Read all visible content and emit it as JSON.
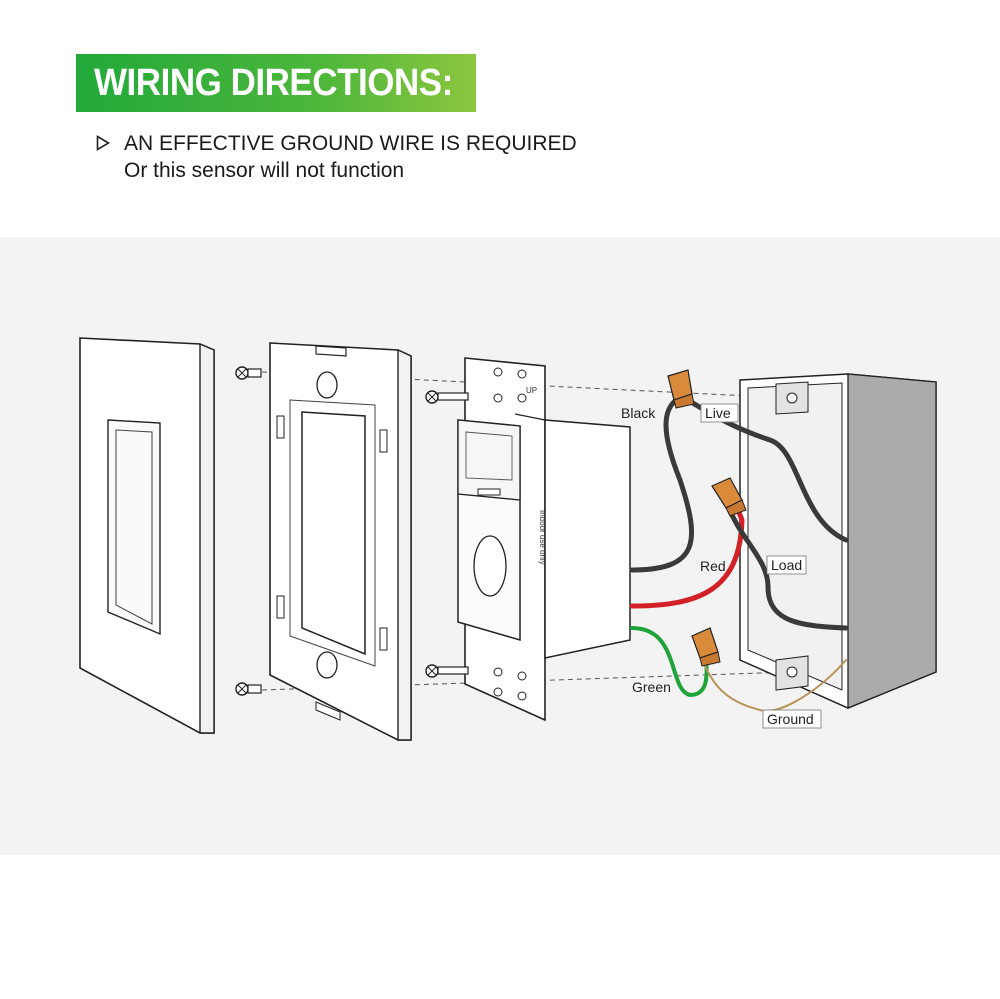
{
  "header": {
    "title": "WIRING DIRECTIONS:",
    "note_line1": "AN EFFECTIVE GROUND WIRE IS REQUIRED",
    "note_line2": "Or this sensor will not function"
  },
  "diagram": {
    "labels": {
      "black": "Black",
      "live": "Live",
      "red": "Red",
      "load": "Load",
      "green": "Green",
      "ground": "Ground",
      "indoor": "Indoor use only",
      "up": "UP"
    },
    "colors": {
      "banner_start": "#22a93a",
      "banner_end": "#8cc63e",
      "wire_black": "#3a3a3a",
      "wire_red": "#d31f26",
      "wire_green": "#1fa33a",
      "wire_ground": "#b8935a",
      "wire_nut": "#d98a3a"
    }
  }
}
